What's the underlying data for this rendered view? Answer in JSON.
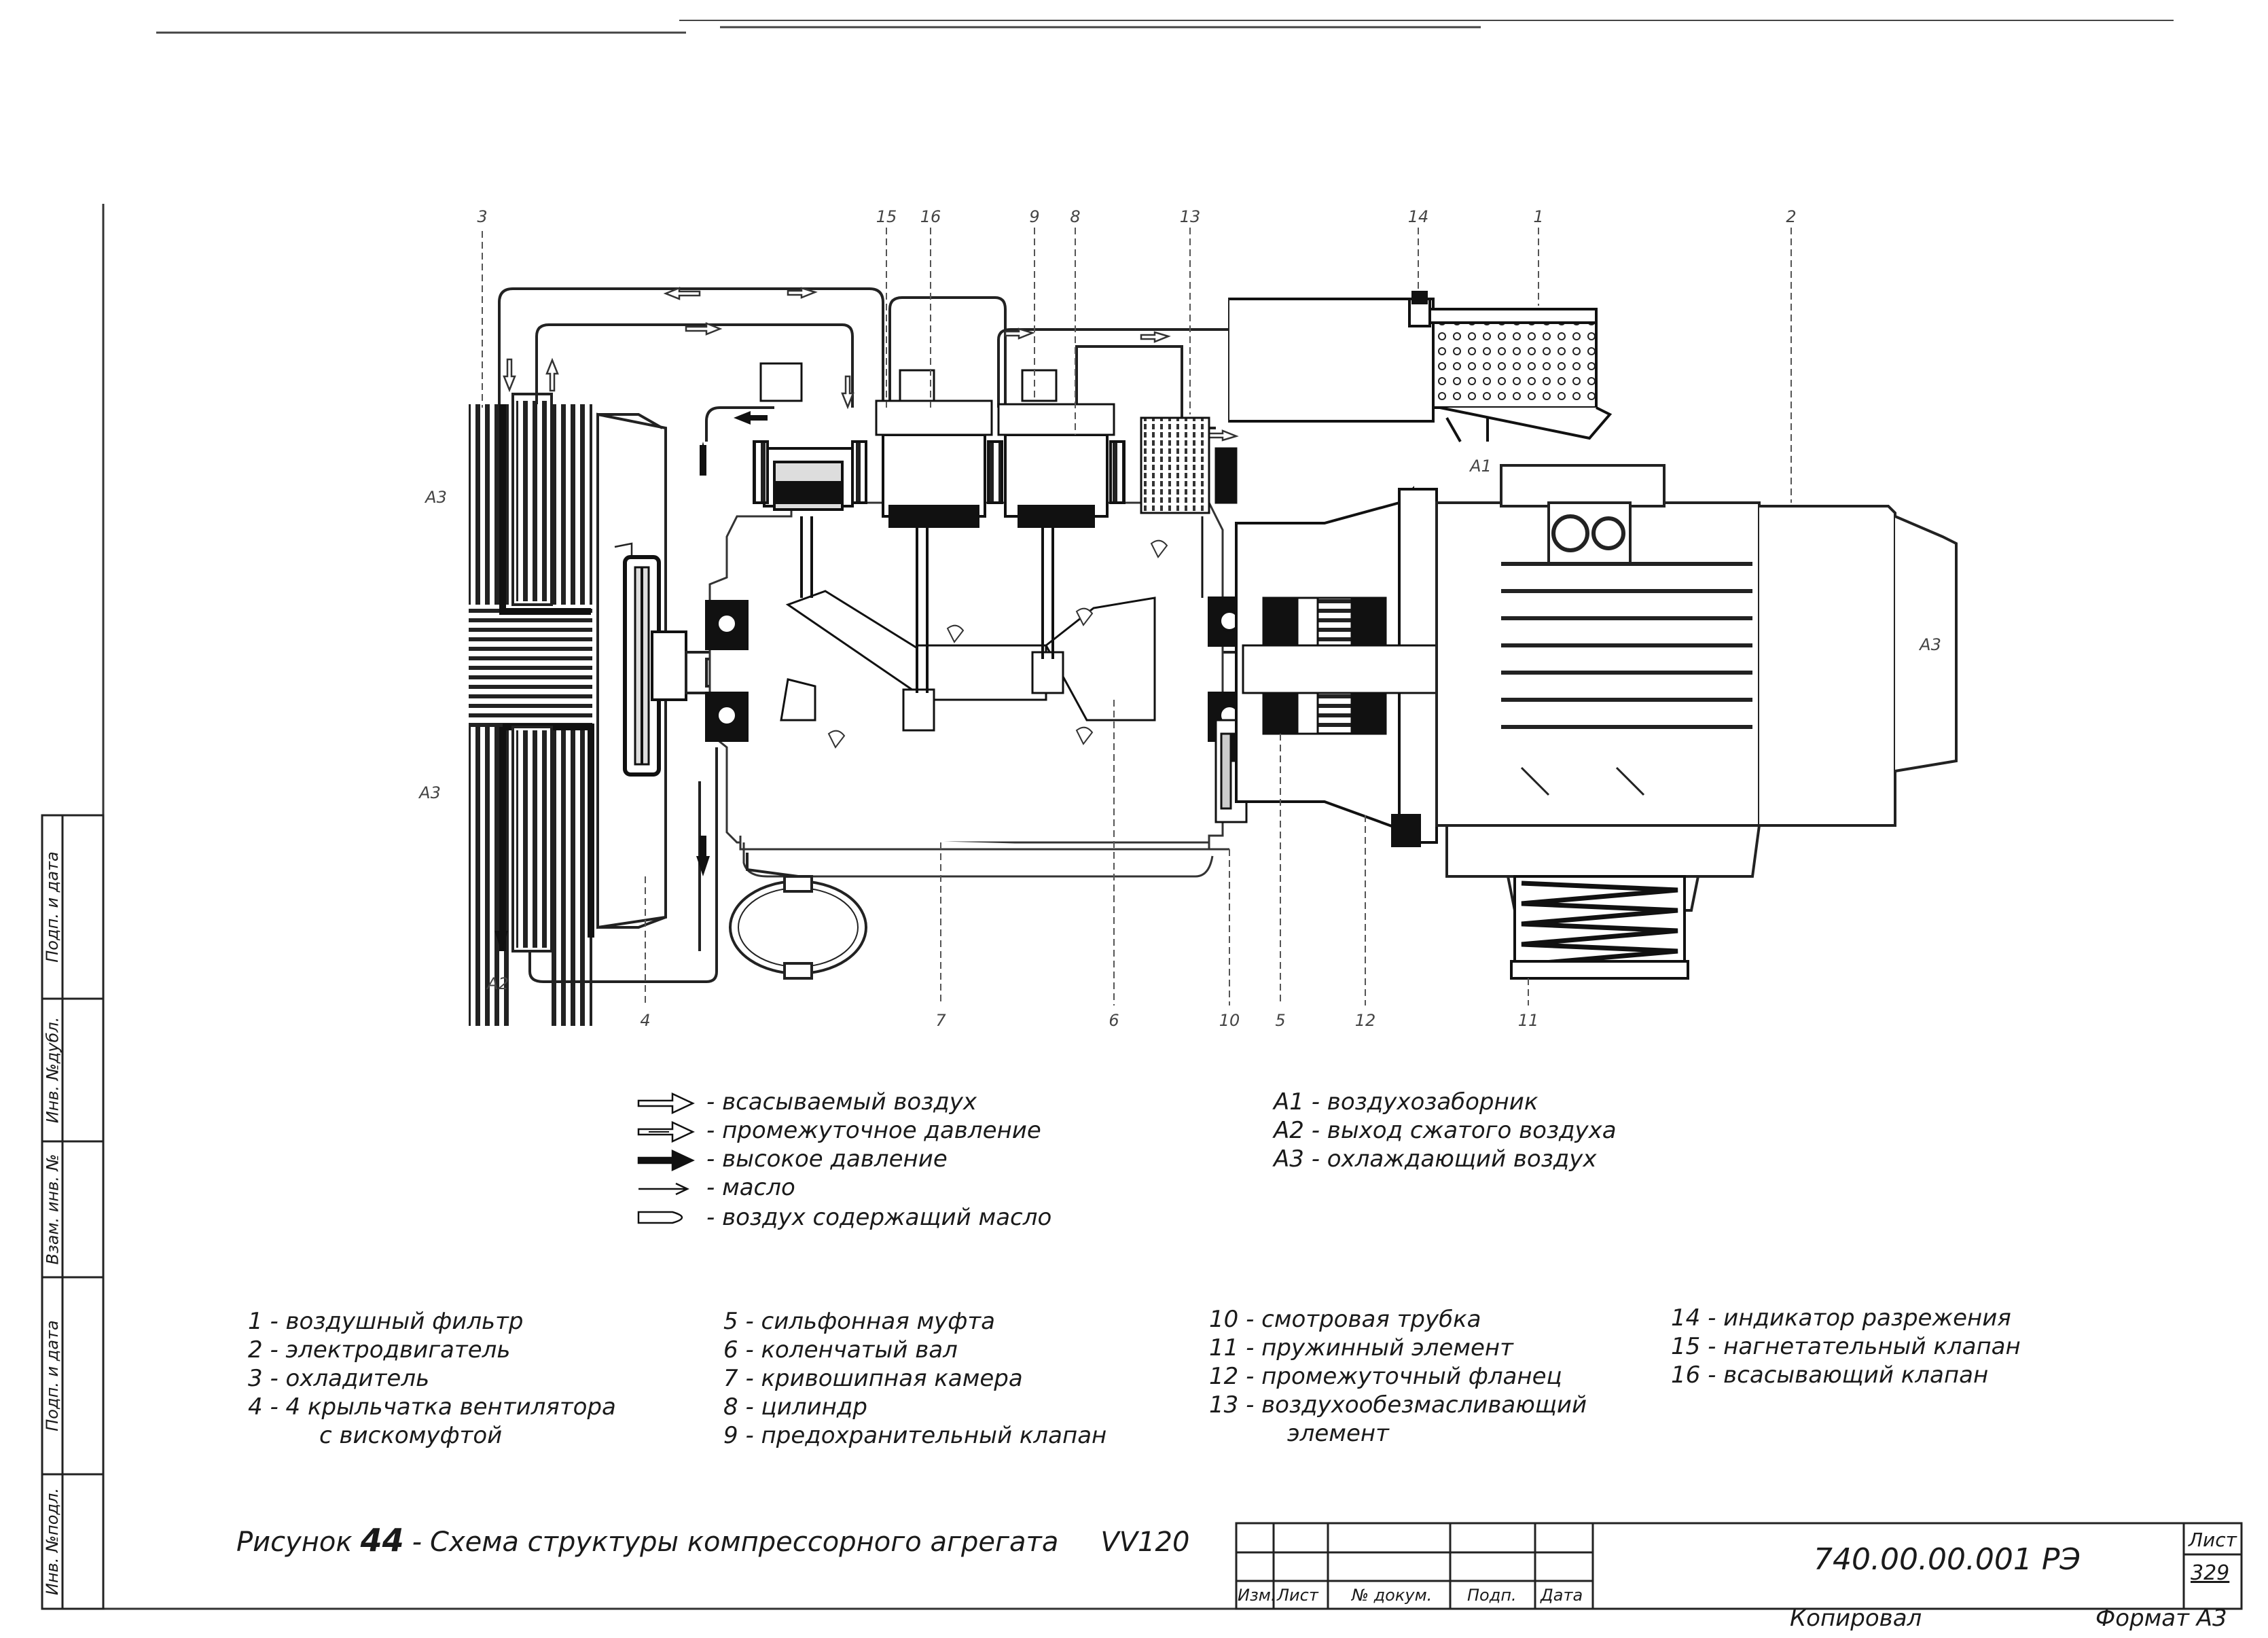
{
  "callouts": [
    {
      "id": "c3",
      "text": "3"
    },
    {
      "id": "c15",
      "text": "15"
    },
    {
      "id": "c16",
      "text": "16"
    },
    {
      "id": "c9",
      "text": "9"
    },
    {
      "id": "c8",
      "text": "8"
    },
    {
      "id": "c13",
      "text": "13"
    },
    {
      "id": "c14",
      "text": "14"
    },
    {
      "id": "c1",
      "text": "1"
    },
    {
      "id": "c2",
      "text": "2"
    },
    {
      "id": "c4",
      "text": "4"
    },
    {
      "id": "c7",
      "text": "7"
    },
    {
      "id": "c6",
      "text": "6"
    },
    {
      "id": "c10",
      "text": "10"
    },
    {
      "id": "c5",
      "text": "5"
    },
    {
      "id": "c12",
      "text": "12"
    },
    {
      "id": "c11",
      "text": "11"
    }
  ],
  "flow_labels": {
    "a1": "A1",
    "a2": "A2",
    "a3_left_top": "A3",
    "a3_left_bottom": "A3",
    "a3_right": "A3"
  },
  "legend_arrows": [
    "- всасываемый воздух",
    "- промежуточное давление",
    "- высокое давление",
    "- масло",
    "- воздух содержащий масло"
  ],
  "legend_air": [
    "A1 - воздухозаборник",
    "A2 - выход сжатого воздуха",
    "A3 - охлаждающий воздух"
  ],
  "parts": {
    "col1": [
      "1 - воздушный фильтр",
      "2 - электродвигатель",
      "3 - охладитель",
      "4 - 4 крыльчатка вентилятора",
      "с вискомуфтой"
    ],
    "col2": [
      "5 - сильфонная муфта",
      "6 - коленчатый вал",
      "7 - кривошипная камера",
      "8 - цилиндр",
      "9 - предохранительный клапан"
    ],
    "col3": [
      "10 - смотровая трубка",
      "11 - пружинный элемент",
      "12 - промежуточный фланец",
      "13 - воздухообезмасливающий",
      "элемент"
    ],
    "col4": [
      "14 - индикатор разрежения",
      "15 - нагнетательный клапан",
      "16 - всасывающий клапан"
    ]
  },
  "caption": {
    "prefix": "Рисунок",
    "number": "44",
    "sep": "-",
    "text": "Схема структуры компрессорного агрегата",
    "model": "VV120"
  },
  "stamp": {
    "doc_code": "740.00.00.001 РЭ",
    "sheet_label": "Лист",
    "sheet_number": "329",
    "col_labels": [
      "Изм.",
      "Лист",
      "№ докум.",
      "Подп.",
      "Дата"
    ],
    "copied": "Копировал",
    "format": "Формат А3"
  },
  "side_table": [
    "Инв. №подл.",
    "Подп. и дата",
    "Взам. инв. №",
    "Инв. №дубл.",
    "Подп. и дата"
  ]
}
